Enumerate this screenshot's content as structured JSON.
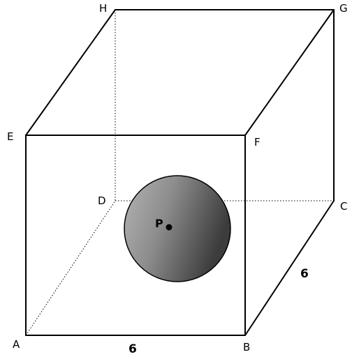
{
  "vertices": {
    "A": "A",
    "B": "B",
    "C": "C",
    "D": "D",
    "E": "E",
    "F": "F",
    "G": "G",
    "H": "H"
  },
  "dimensions": {
    "bottom_edge": "6",
    "depth_edge": "6"
  },
  "sphere": {
    "center_label": "P"
  }
}
